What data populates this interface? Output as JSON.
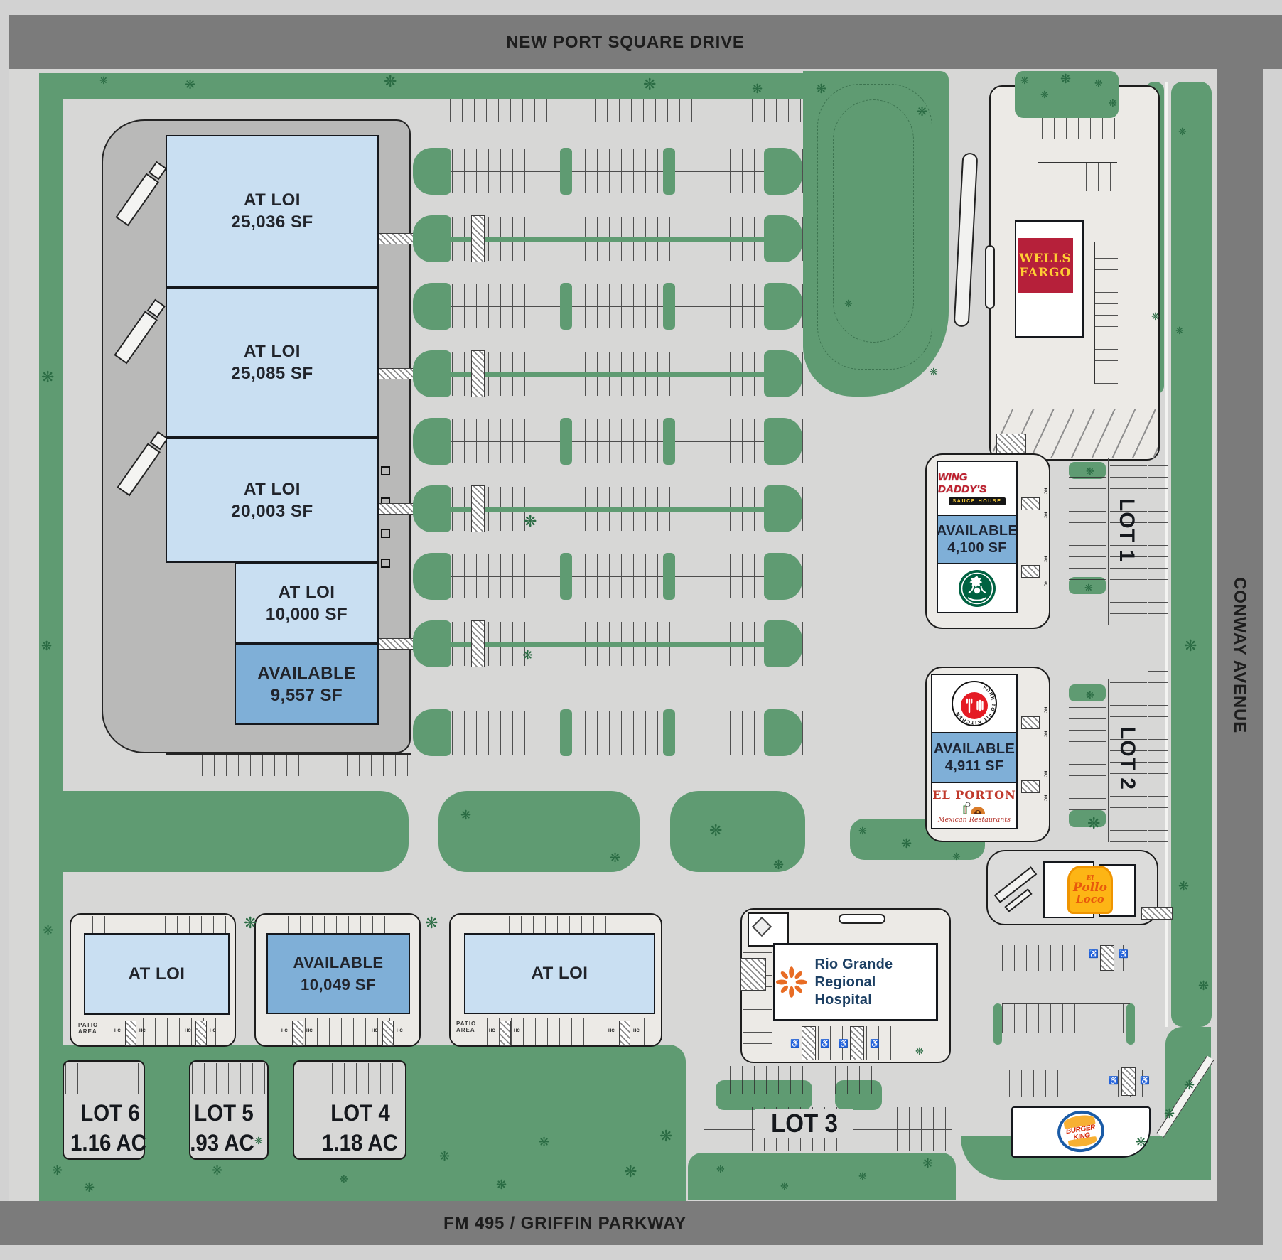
{
  "roads": {
    "top": "NEW PORT SQUARE DRIVE",
    "right": "CONWAY AVENUE",
    "bottom": "FM 495 / GRIFFIN PARKWAY"
  },
  "anchor_units": [
    {
      "status": "AT LOI",
      "size": "25,036 SF"
    },
    {
      "status": "AT LOI",
      "size": "25,085 SF"
    },
    {
      "status": "AT LOI",
      "size": "20,003 SF"
    },
    {
      "status": "AT LOI",
      "size": "10,000 SF"
    },
    {
      "status": "AVAILABLE",
      "size": "9,557 SF"
    }
  ],
  "pads": [
    {
      "status": "AT LOI",
      "size": ""
    },
    {
      "status": "AVAILABLE",
      "size": "10,049 SF"
    },
    {
      "status": "AT LOI",
      "size": ""
    }
  ],
  "tenants": {
    "wells_fargo": {
      "line1": "WELLS",
      "line2": "FARGO"
    },
    "wing_daddys": {
      "name": "WING DADDY'S",
      "tag": "SAUCE HOUSE"
    },
    "suite_4100": {
      "status": "AVAILABLE",
      "size": "4,100 SF"
    },
    "fork_to_fit": {
      "ring_text": "FORK TO FIT KITCHEN"
    },
    "suite_4911": {
      "status": "AVAILABLE",
      "size": "4,911 SF"
    },
    "el_porton": {
      "name": "EL PORTON",
      "tag": "Mexican Restaurants"
    },
    "el_pollo_loco": {
      "line1": "El",
      "line2": "Pollo",
      "line3": "Loco"
    },
    "rio_grande_hospital": {
      "line1": "Rio Grande",
      "line2": "Regional Hospital"
    },
    "burger_king": {
      "line1": "BURGER",
      "line2": "KING"
    }
  },
  "lots": [
    {
      "name": "LOT 1",
      "area": ""
    },
    {
      "name": "LOT 2",
      "area": ""
    },
    {
      "name": "LOT 3",
      "area": ""
    },
    {
      "name": "LOT 4",
      "area": "1.18 AC"
    },
    {
      "name": "LOT 5",
      "area": ".93 AC"
    },
    {
      "name": "LOT 6",
      "area": "1.16 AC"
    }
  ],
  "labels": {
    "patio_line1": "PATIO",
    "patio_line2": "AREA",
    "hc": "HC"
  },
  "colors": {
    "green": "#5f9b72",
    "road": "#7b7b7b",
    "pavement": "#d7d7d6",
    "pad_concrete": "#eceae6",
    "loi_blue": "#c9dff2",
    "available_blue": "#7fafd7",
    "wells_red": "#b6203a",
    "wells_yellow": "#ffce34",
    "starbucks_green": "#006241",
    "fork_red": "#e51b24",
    "porton_red": "#c0392b",
    "pollo_yellow": "#fdb515",
    "pollo_orange": "#e8590c",
    "bk_red": "#d62300",
    "bk_yellow": "#f7b033",
    "bk_blue": "#1a5ba6",
    "hospital_navy": "#1c3f63",
    "hospital_orange": "#e86c24",
    "text_dark": "#21242b"
  }
}
